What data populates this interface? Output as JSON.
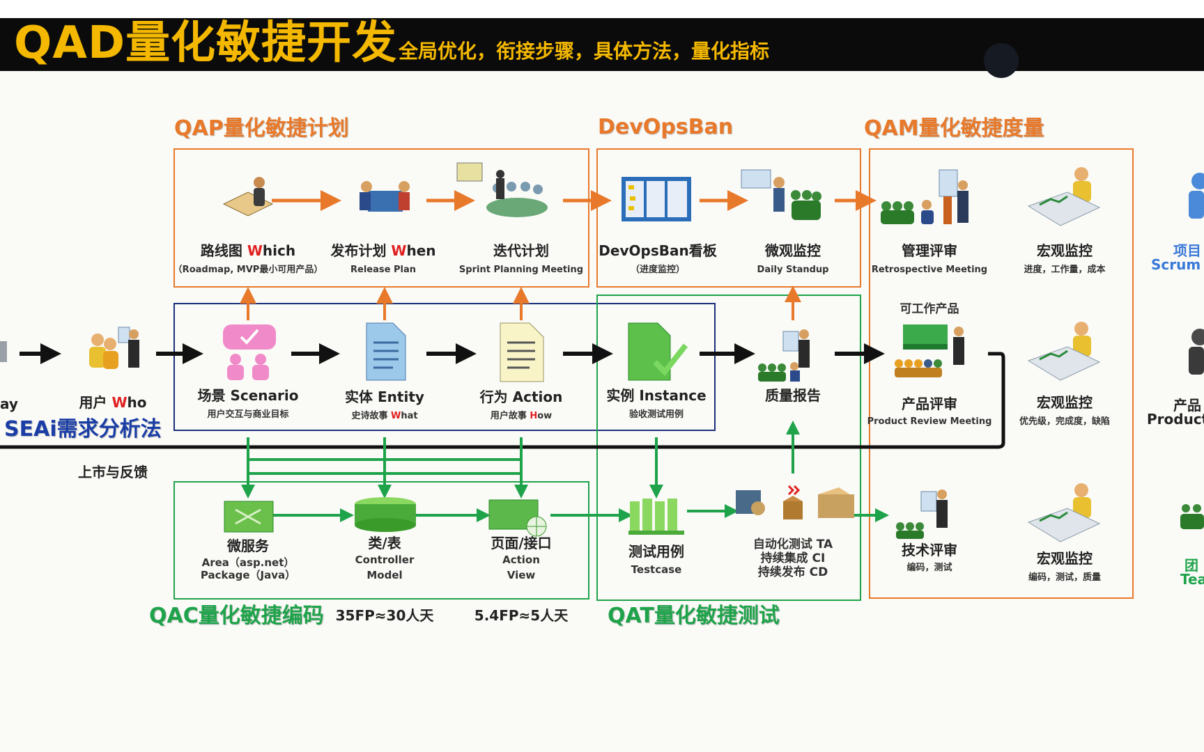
{
  "header": {
    "title": "QAD量化敏捷开发",
    "subtitle": "全局优化，衔接步骤，具体方法，量化指标"
  },
  "sections": {
    "qap": "QAP量化敏捷计划",
    "devops": "DevOpsBan",
    "qam": "QAM量化敏捷度量",
    "qac": "QAC量化敏捷编码",
    "qat": "QAT量化敏捷测试",
    "seai": "SEAi需求分析法"
  },
  "plan_row": {
    "roadmap": {
      "label_pre": "路线图 ",
      "label_w": "W",
      "label_post": "hich",
      "sub": "（Roadmap, MVP最小可用产品）"
    },
    "release": {
      "label_pre": "发布计划 ",
      "label_w": "W",
      "label_post": "hen",
      "sub": "Release Plan"
    },
    "sprint": {
      "label": "迭代计划",
      "sub": "Sprint Planning Meeting"
    },
    "board": {
      "label": "DevOpsBan看板",
      "sub": "（进度监控）"
    },
    "micro": {
      "label": "微观监控",
      "sub": "Daily Standup"
    },
    "mgmt_review": {
      "label": "管理评审",
      "sub": "Retrospective Meeting"
    },
    "macro1": {
      "label": "宏观监控",
      "sub": "进度，工作量，成本"
    }
  },
  "req_row": {
    "left_partial": "ay",
    "user": {
      "label_pre": "用户 ",
      "label_w": "W",
      "label_post": "ho"
    },
    "scenario": {
      "label": "场景 Scenario",
      "sub": "用户交互与商业目标"
    },
    "entity": {
      "label": "实体 Entity",
      "sub_pre": "史诗故事 ",
      "sub_w": "W",
      "sub_post": "hat"
    },
    "action": {
      "label": "行为 Action",
      "sub_pre": "用户故事 ",
      "sub_h": "H",
      "sub_post": "ow"
    },
    "instance": {
      "label": "实例 Instance",
      "sub": "验收测试用例"
    },
    "quality": {
      "label": "质量报告"
    },
    "product_review": {
      "top": "可工作产品",
      "label": "产品评审",
      "sub": "Product Review Meeting"
    },
    "macro2": {
      "label": "宏观监控",
      "sub": "优先级，完成度，缺陷"
    },
    "market": "上市与反馈"
  },
  "code_row": {
    "micro_service": {
      "label": "微服务",
      "sub1": "Area（asp.net）",
      "sub2": "Package（Java）"
    },
    "class_table": {
      "label": "类/表",
      "sub1": "Controller",
      "sub2": "Model"
    },
    "page_api": {
      "label": "页面/接口",
      "sub1": "Action",
      "sub2": "View"
    },
    "testcase": {
      "label": "测试用例",
      "sub": "Testcase"
    },
    "auto_test": {
      "l1": "自动化测试 TA",
      "l2": "持续集成 CI",
      "l3": "持续发布 CD"
    },
    "tech_review": {
      "label": "技术评审",
      "sub": "编码，测试"
    },
    "macro3": {
      "label": "宏观监控",
      "sub": "编码，测试，质量"
    },
    "fp1": "35FP≈30人天",
    "fp2": "5.4FP≈5人天"
  },
  "right_edge": {
    "r1a": "项目",
    "r1b": "Scrum",
    "r2a": "产品",
    "r2b": "Product",
    "r3a": "团",
    "r3b": "Tea"
  },
  "colors": {
    "orange": "#e8792a",
    "green": "#1ea34a",
    "navy": "#1a2f7a",
    "black": "#0b0b0b",
    "gold": "#f4b800"
  }
}
